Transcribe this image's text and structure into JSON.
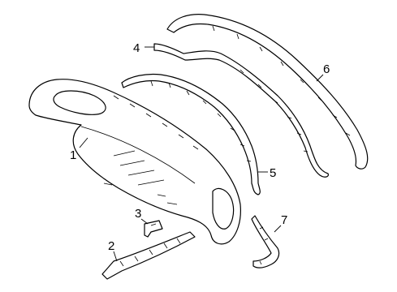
{
  "diagram": {
    "callouts": [
      {
        "id": "1",
        "label": "1"
      },
      {
        "id": "2",
        "label": "2"
      },
      {
        "id": "3",
        "label": "3"
      },
      {
        "id": "4",
        "label": "4"
      },
      {
        "id": "5",
        "label": "5"
      },
      {
        "id": "6",
        "label": "6"
      },
      {
        "id": "7",
        "label": "7"
      }
    ],
    "parts": [
      {
        "callout": "1",
        "icon": "rear-bumper-lower-valance"
      },
      {
        "callout": "2",
        "icon": "lower-trim-strip"
      },
      {
        "callout": "3",
        "icon": "mounting-bracket"
      },
      {
        "callout": "4",
        "icon": "upper-trim-molding"
      },
      {
        "callout": "5",
        "icon": "middle-trim-molding"
      },
      {
        "callout": "6",
        "icon": "outer-trim-molding"
      },
      {
        "callout": "7",
        "icon": "corner-trim-piece"
      }
    ]
  }
}
